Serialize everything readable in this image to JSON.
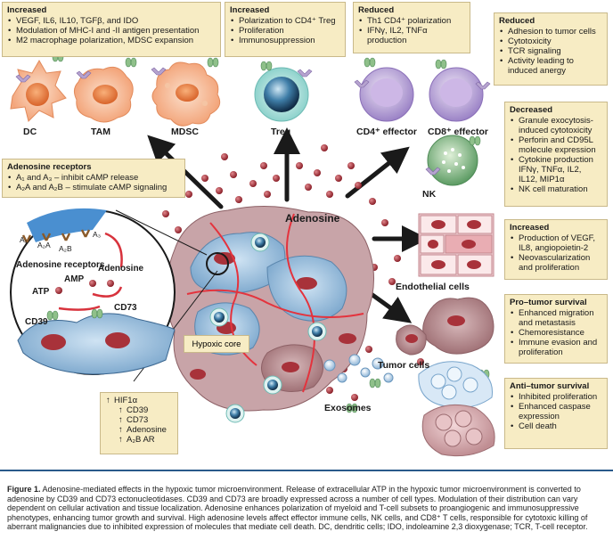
{
  "boxes": {
    "increased_myeloid": {
      "header": "Increased",
      "items": [
        "VEGF, IL6, IL10, TGFβ, and IDO",
        "Modulation of MHC-I and -II antigen presentation",
        "M2 macrophage polarization, MDSC expansion"
      ]
    },
    "increased_treg": {
      "header": "Increased",
      "items": [
        "Polarization to CD4⁺ Treg",
        "Proliferation",
        "Immunosuppression"
      ]
    },
    "reduced_cd4": {
      "header": "Reduced",
      "items": [
        "Th1 CD4⁺ polarization",
        "IFNγ, IL2, TNFα production"
      ]
    },
    "reduced_cd8": {
      "header": "Reduced",
      "items": [
        "Adhesion to tumor cells",
        "Cytotoxicity",
        "TCR signaling",
        "Activity leading to induced anergy"
      ]
    },
    "decreased_nk": {
      "header": "Decreased",
      "items": [
        "Granule exocytosis-induced cytotoxicity",
        "Perforin and CD95L molecule expression",
        "Cytokine production IFNγ, TNFα, IL2, IL12, MIP1α",
        "NK cell maturation"
      ]
    },
    "increased_endo": {
      "header": "Increased",
      "items": [
        "Production of VEGF, IL8, angiopoietin-2",
        "Neovascularization and proliferation"
      ]
    },
    "pro_tumor": {
      "header": "Pro–tumor survival",
      "items": [
        "Enhanced migration and metastasis",
        "Chemoresistance",
        "Immune evasion and proliferation"
      ]
    },
    "anti_tumor": {
      "header": "Anti–tumor survival",
      "items": [
        "Inhibited proliferation",
        "Enhanced caspase expression",
        "Cell death"
      ]
    },
    "adenosine_receptors": {
      "header": "Adenosine receptors",
      "items": [
        "A₁ and A₃ – inhibit cAMP release",
        "A₂A and A₂B – stimulate cAMP signaling"
      ]
    },
    "hif": {
      "items": [
        "HIF1α",
        "CD39",
        "CD73",
        "Adenosine",
        "A₂B AR"
      ]
    }
  },
  "labels": {
    "dc": "DC",
    "tam": "TAM",
    "mdsc": "MDSC",
    "treg": "Treg",
    "cd4": "CD4⁺ effector",
    "cd8": "CD8⁺ effector",
    "nk": "NK",
    "adenosine": "Adenosine",
    "endothelial": "Endothelial cells",
    "tumor": "Tumor cells",
    "exosomes": "Exosomes",
    "hypoxic": "Hypoxic core",
    "zoom_receptors": "Adenosine receptors",
    "zoom_adenosine": "Adenosine",
    "zoom_atp": "ATP",
    "zoom_amp": "AMP",
    "zoom_cd73": "CD73",
    "zoom_cd39": "CD39",
    "a1": "A₁",
    "a2a": "A₂A",
    "a2b": "A₂B",
    "a3": "A₃"
  },
  "caption": {
    "figure": "Figure 1.",
    "text": "Adenosine-mediated effects in the hypoxic tumor microenvironment. Release of extracellular ATP in the hypoxic tumor microenvironment is converted to adenosine by CD39 and CD73 ectonucleotidases. CD39 and CD73 are broadly expressed across a number of cell types. Modulation of their distribution can vary dependent on cellular activation and tissue localization. Adenosine enhances polarization of myeloid and T-cell subsets to proangiogenic and immunosuppressive phenotypes, enhancing tumor growth and survival. High adenosine levels affect effector immune cells, NK cells, and CD8⁺ T cells, responsible for cytotoxic killing of aberrant malignancies due to inhibited expression of molecules that mediate cell death. DC, dendritic cells; IDO, indoleamine 2,3 dioxygenase; TCR, T-cell receptor."
  },
  "colors": {
    "box_fill": "#f7ecc4",
    "tumor_cell": "#b98a8e",
    "nucleus": "#a8323a",
    "blue_cell": "#8fb8dc",
    "caption_rule": "#2a5a8a"
  }
}
